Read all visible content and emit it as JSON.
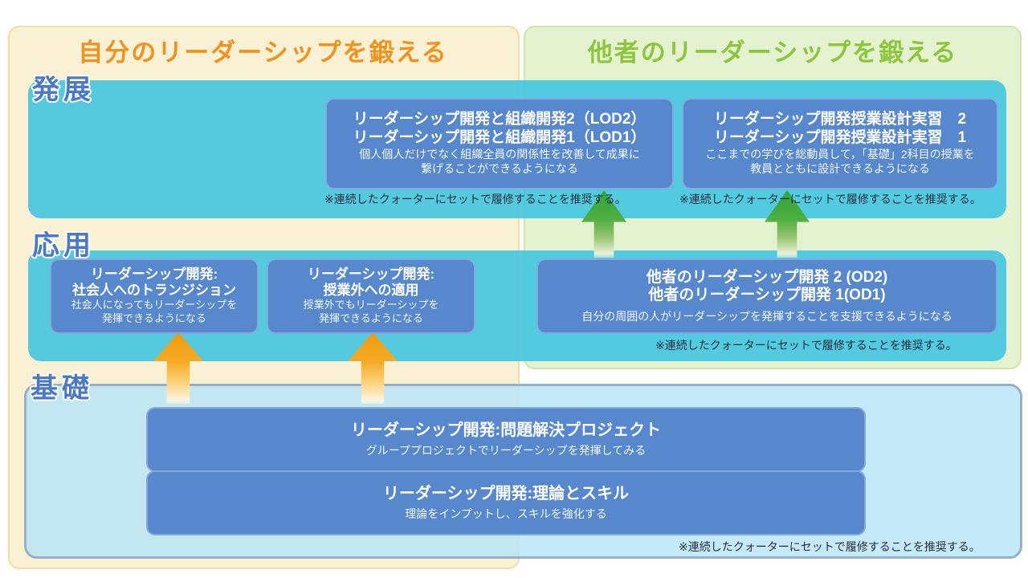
{
  "panels": {
    "left": {
      "title": "自分のリーダーシップを鍛える"
    },
    "right": {
      "title": "他者のリーダーシップを鍛える"
    }
  },
  "levels": {
    "advanced": "発展",
    "applied": "応用",
    "basic": "基礎"
  },
  "courses": {
    "lod": {
      "title1": "リーダーシップ開発と組織開発2（LOD2）",
      "title2": "リーダーシップ開発と組織開発1（LOD1）",
      "desc1": "個人個人だけでなく組織全員の関係性を改善して成果に",
      "desc2": "繋げることができるようになる"
    },
    "jisshu": {
      "title1": "リーダーシップ開発授業設計実習　2",
      "title2": "リーダーシップ開発授業設計実習　1",
      "desc1": "ここまでの学びを総動員して，「基礎」2科目の授業を",
      "desc2": "教員とともに設計できるようになる"
    },
    "transition": {
      "title1": "リーダーシップ開発:",
      "title2": "社会人へのトランジション",
      "desc1": "社会人になってもリーダーシップを",
      "desc2": "発揮できるようになる"
    },
    "tekiyo": {
      "title1": "リーダーシップ開発:",
      "title2": "授業外への適用",
      "desc1": "授業外でもリーダーシップを",
      "desc2": "発揮できるようになる"
    },
    "od": {
      "title1": "他者のリーダーシップ開発 2 (OD2)",
      "title2": "他者のリーダーシップ開発 1(OD1)",
      "desc": "自分の周囲の人がリーダーシップを発揮することを支援できるようになる"
    },
    "project": {
      "title": "リーダーシップ開発:問題解決プロジェクト",
      "desc": "グループプロジェクトでリーダーシップを発揮してみる"
    },
    "theory": {
      "title": "リーダーシップ開発:理論とスキル",
      "desc": "理論をインプットし、スキルを強化する"
    }
  },
  "notes": {
    "quarter": "※連続したクォーターにセットで履修することを推奨する。"
  },
  "colors": {
    "panel_left_bg": "#FAF0D3",
    "panel_left_border": "#F3DEA2",
    "panel_left_title": "#F0921E",
    "panel_right_bg": "#E4F2D0",
    "panel_right_border": "#CEE7AC",
    "panel_right_title": "#8CC63C",
    "band_cyan": "#3DC4E0",
    "band_basic_bg": "#C5E8F7",
    "band_basic_border": "#97AFC9",
    "course_box_bg": "#5787CC",
    "course_box_border": "#84A9DE",
    "level_label_text": "#4B7AC3",
    "note_text": "#252E3E",
    "arrow_orange": "#F2A21C",
    "arrow_green": "#3FA83F"
  }
}
